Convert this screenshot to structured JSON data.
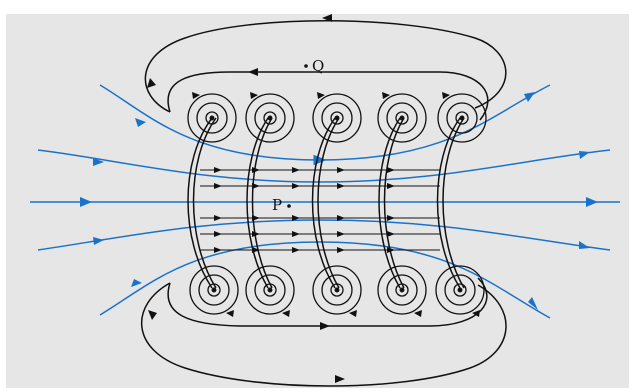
{
  "labels": {
    "point_q": "Q",
    "point_p": "P"
  },
  "colors": {
    "background": "#e6e6e6",
    "loop_lines": "#111111",
    "axial_lines": "#1a73c9"
  },
  "icons": {
    "wire_out": "dot-in-circle",
    "wire_in": "cross-in-circle"
  }
}
